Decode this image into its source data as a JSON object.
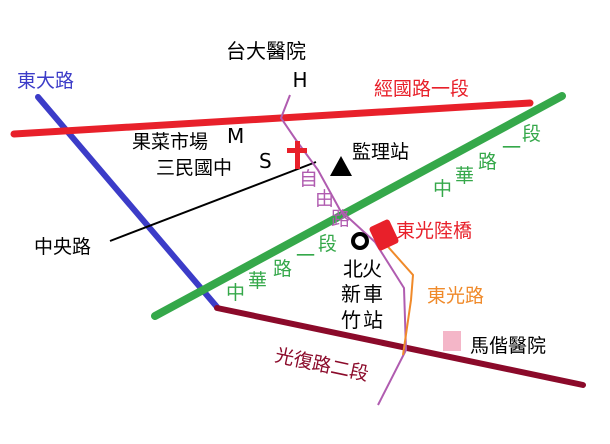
{
  "colors": {
    "background": "#ffffff",
    "dongda_road": "#3c3cc8",
    "jingguo_road": "#e8202a",
    "zhonghua_road": "#35a84a",
    "ziyou_road": "#b05cb0",
    "guangfu_road": "#8b0a2a",
    "dongguang_road": "#f08a2a",
    "zhongyang_road": "#000000",
    "mackay_hospital": "#f4b6c8",
    "station": "#e8202a",
    "market_cross": "#e8202a",
    "text_black": "#000000"
  },
  "labels": {
    "hospital": "台大醫院",
    "hospital_mark": "H",
    "market": "果菜市場",
    "market_mark": "M",
    "school": "三民國中",
    "school_mark": "S",
    "inspection": "監理站",
    "station_chars": [
      "北",
      "火",
      "新",
      "車",
      "竹",
      "站"
    ],
    "mackay": "馬偕醫院"
  },
  "roads": {
    "dongda": "東大路",
    "jingguo": "經國路一段",
    "zhongyang": "中央路",
    "ziyou_chars": [
      "自",
      "由",
      "路"
    ],
    "zhonghua_upper_chars": [
      "中",
      "華",
      "路",
      "一",
      "段"
    ],
    "zhonghua_lower_chars": [
      "中",
      "華",
      "路",
      "一",
      "段"
    ],
    "dongguang_bridge": "東光陸橋",
    "dongguang": "東光路",
    "guangfu": "光復路二段"
  },
  "icons": {
    "market": "cross-icon",
    "inspection": "triangle-icon",
    "station": "train-icon",
    "mackay": "square-icon"
  }
}
